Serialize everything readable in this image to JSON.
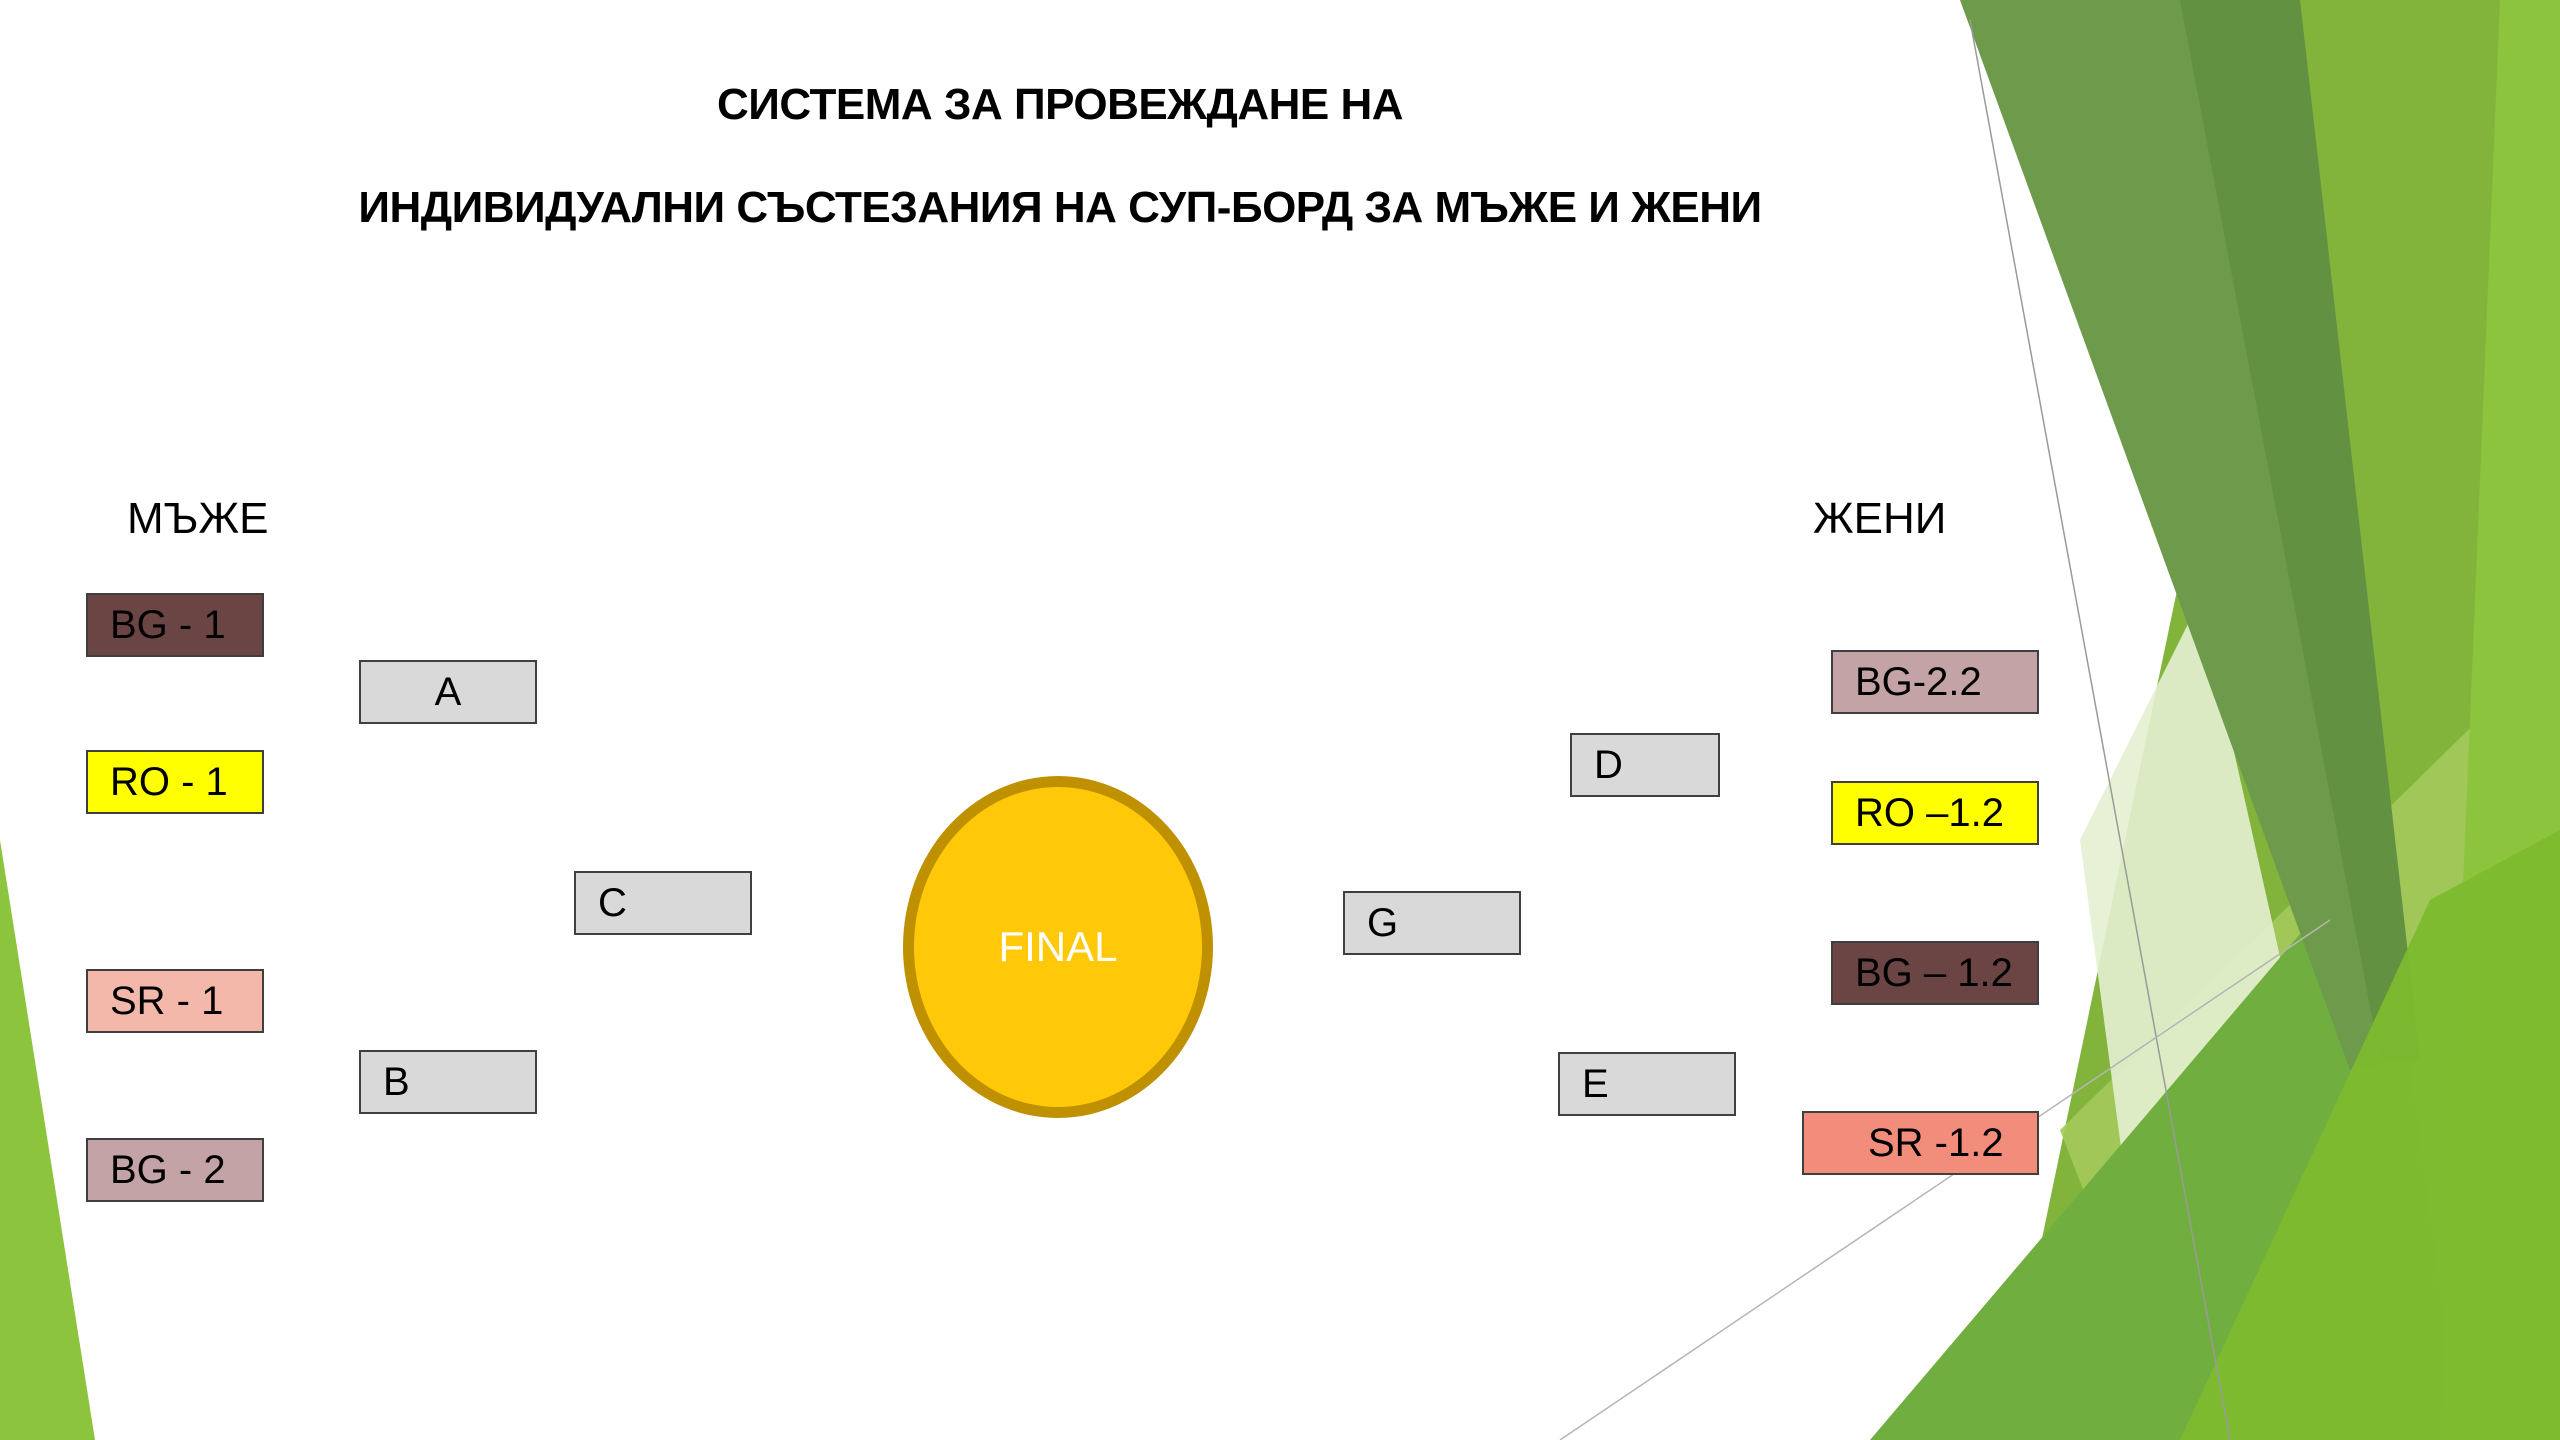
{
  "title": {
    "line1": "СИСТЕМА ЗА ПРОВЕЖДАНЕ НА",
    "line2": "ИНДИВИДУАЛНИ СЪСТЕЗАНИЯ НА СУП-БОРД ЗА МЪЖЕ И ЖЕНИ"
  },
  "men": {
    "label": "МЪЖЕ",
    "entries": [
      {
        "text": "BG - 1",
        "color": "#6b4444"
      },
      {
        "text": "RO - 1",
        "color": "#ffff00"
      },
      {
        "text": "SR - 1",
        "color": "#f4b8aa"
      },
      {
        "text": "BG - 2",
        "color": "#c4a3a6"
      }
    ],
    "rounds": {
      "a": "A",
      "b": "B",
      "c": "C"
    }
  },
  "women": {
    "label": "ЖЕНИ",
    "entries": [
      {
        "text": "BG-2.2",
        "color": "#c4a3a6"
      },
      {
        "text": "RO –1.2",
        "color": "#ffff00"
      },
      {
        "text": "BG – 1.2",
        "color": "#6b4444"
      },
      {
        "text": "SR -1.2",
        "color": "#f28d7c"
      }
    ],
    "rounds": {
      "d": "D",
      "e": "E",
      "g": "G"
    }
  },
  "final": {
    "label": "FINAL",
    "fill": "#ffc90a",
    "ring": "#bf9000"
  },
  "colors": {
    "slot_fill": "#d9d9d9",
    "slot_border": "#404040",
    "accent_green_dark": "#6e9a4c",
    "accent_green": "#86b831",
    "accent_green_light": "#dbeac2"
  }
}
